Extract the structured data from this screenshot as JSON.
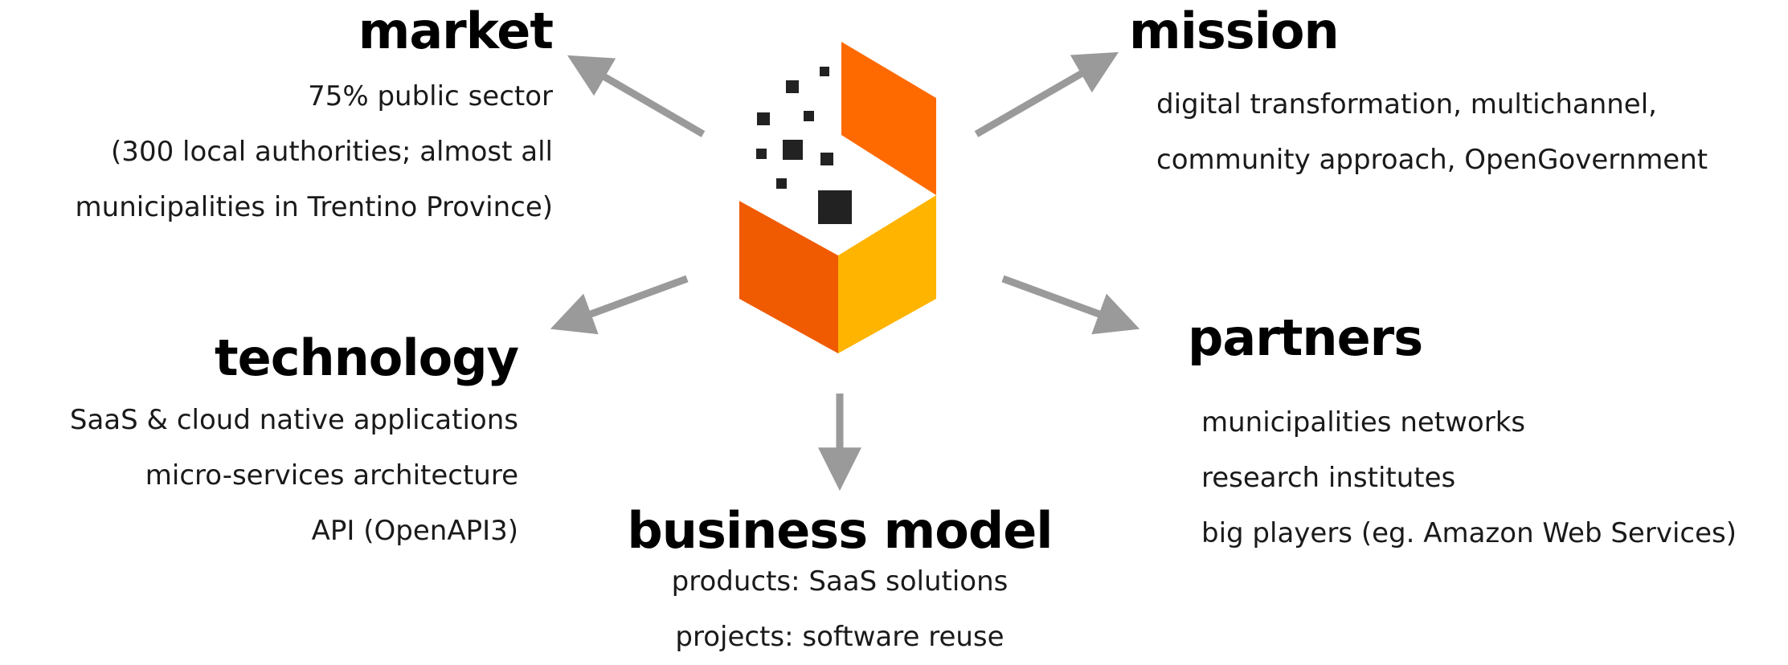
{
  "sections": {
    "market": {
      "heading": "market",
      "lines": [
        "75% public sector",
        "(300 local authorities; almost all",
        "municipalities in Trentino Province)"
      ]
    },
    "mission": {
      "heading": "mission",
      "lines": [
        "digital transformation, multichannel,",
        "community approach, OpenGovernment"
      ]
    },
    "technology": {
      "heading": "technology",
      "lines": [
        "SaaS & cloud native applications",
        "micro-services architecture",
        "API (OpenAPI3)"
      ]
    },
    "partners": {
      "heading": "partners",
      "lines": [
        "municipalities networks",
        "research institutes",
        "big players (eg. Amazon Web Services)"
      ]
    },
    "business_model": {
      "heading": "business model",
      "lines": [
        "products: SaaS solutions",
        "projects: software reuse"
      ]
    }
  },
  "colors": {
    "arrow": "#9a9a9a",
    "logo_orange": "#ff6a00",
    "logo_dark_orange": "#f05a00",
    "logo_yellow": "#ffb400",
    "logo_pixels": "#222222"
  },
  "icons": [
    "logo-cube-icon",
    "arrow-icon"
  ]
}
